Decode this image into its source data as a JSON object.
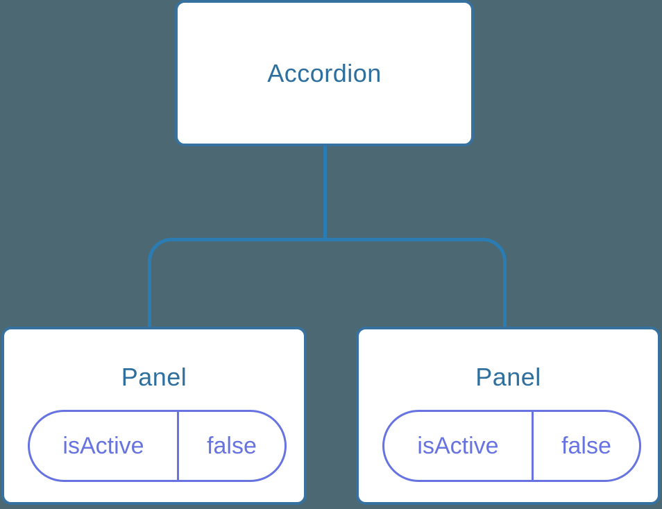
{
  "diagram": {
    "type": "component-tree",
    "root": {
      "label": "Accordion"
    },
    "panels": [
      {
        "label": "Panel",
        "state": {
          "key": "isActive",
          "value": "false"
        }
      },
      {
        "label": "Panel",
        "state": {
          "key": "isActive",
          "value": "false"
        }
      }
    ],
    "colors": {
      "background": "#4C6872",
      "box_fill": "#FFFFFF",
      "box_border": "#36719F",
      "connector_line": "#2B7CB3",
      "title_text": "#2E6F9E",
      "state_accent": "#6673E1"
    }
  }
}
